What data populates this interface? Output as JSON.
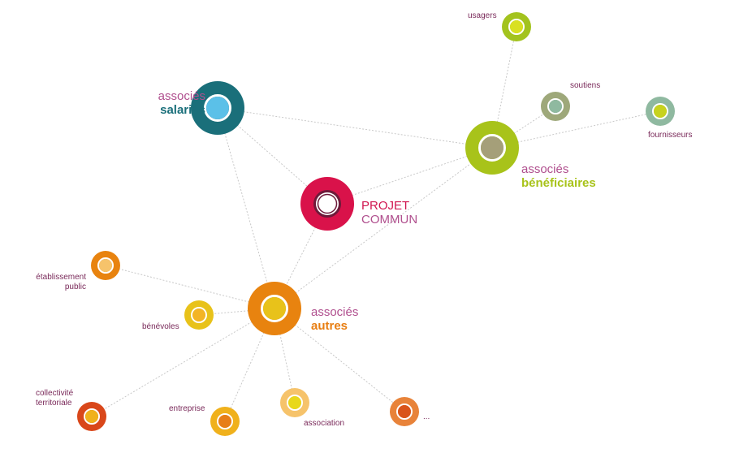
{
  "diagram": {
    "hubs": {
      "salaries": {
        "line1": "associés",
        "line2": "salariés",
        "line2_color": "#1a6f7a",
        "ring": "#1a6f7a",
        "core": "#5bc0e8"
      },
      "beneficiaires": {
        "line1": "associés",
        "line2": "bénéficiaires",
        "line2_color": "#a8c31a",
        "ring": "#a8c31a",
        "core": "#a59f79"
      },
      "autres": {
        "line1": "associés",
        "line2": "autres",
        "line2_color": "#e87e12",
        "ring": "#e8830f",
        "core": "#e8c21a"
      },
      "projet": {
        "line1": "PROJET",
        "line2": "COMMUN",
        "line1_color": "#d0154f",
        "line2_color": "#b04f8e",
        "ring": "#d9124a",
        "core": "#ffffff"
      }
    },
    "satellites": {
      "usagers": {
        "label": "usagers",
        "ring": "#a3c31e",
        "core": "#d9e021"
      },
      "soutiens": {
        "label": "soutiens",
        "ring": "#9ea87a",
        "core": "#8fb9a0"
      },
      "fournisseurs": {
        "label": "fournisseurs",
        "ring": "#8fb9a0",
        "core": "#c7d21e"
      },
      "etablissement": {
        "label_lines": [
          "établissement",
          "public"
        ],
        "ring": "#e8830f",
        "core": "#f6c36b"
      },
      "benevoles": {
        "label": "bénévoles",
        "ring": "#e8c21a",
        "core": "#f3b424"
      },
      "collectivite": {
        "label_lines": [
          "collectivité",
          "territoriale"
        ],
        "ring": "#d9471a",
        "core": "#f0b11c"
      },
      "entreprise": {
        "label": "entreprise",
        "ring": "#f0b11c",
        "core": "#e77e18"
      },
      "association": {
        "label": "association",
        "ring": "#f6c36b",
        "core": "#e8d81a"
      },
      "etc": {
        "label": "...",
        "ring": "#e8833a",
        "core": "#d9541a"
      }
    },
    "link_color": "#c8c8c8"
  }
}
